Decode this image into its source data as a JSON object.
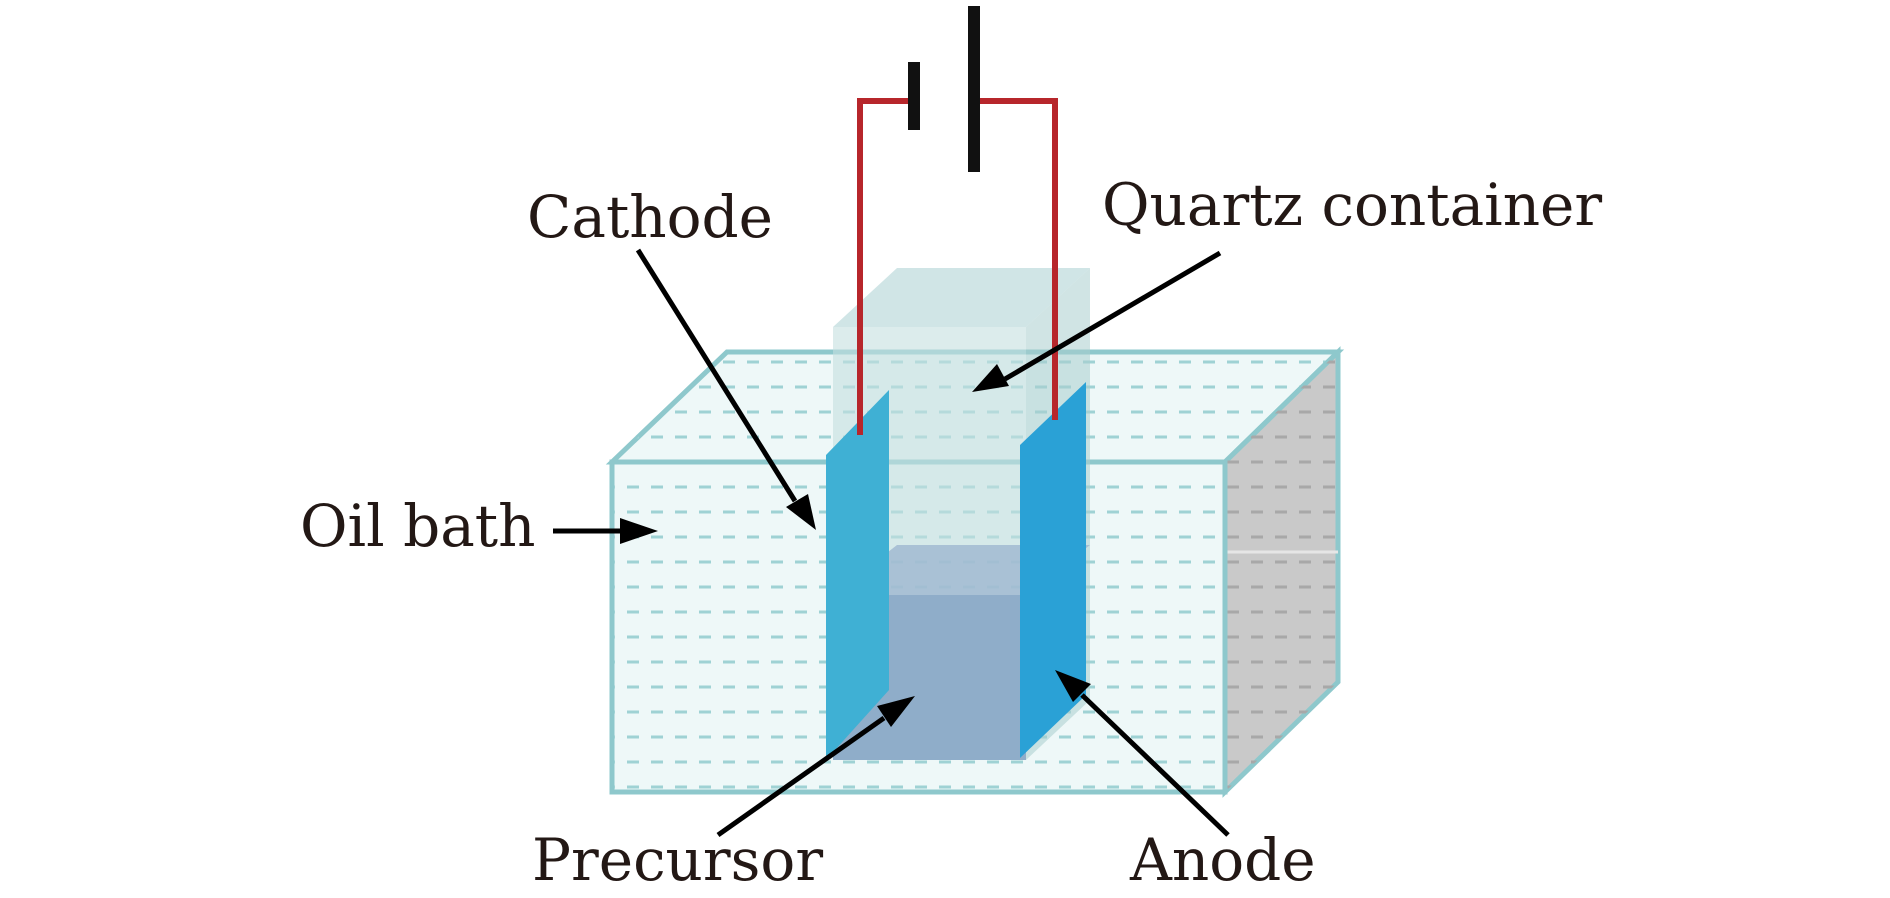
{
  "labels": {
    "cathode": "Cathode",
    "quartz_container": "Quartz container",
    "oil_bath": "Oil bath",
    "precursor": "Precursor",
    "anode": "Anode"
  },
  "colors": {
    "wire": "#b7262b",
    "battery": "#111111",
    "oil_bath_edge": "#8ec8cc",
    "oil_bath_fill": "#eef8f8",
    "oil_dash": "#9fd2d4",
    "oil_side_fill": "#c9c9c9",
    "electrode": "#2aa1d6",
    "cathode_plate": "#3fb0d4",
    "container_glass": "#bcdadb",
    "precursor": "#8fadc9",
    "arrow": "#000000",
    "text": "#231815"
  }
}
